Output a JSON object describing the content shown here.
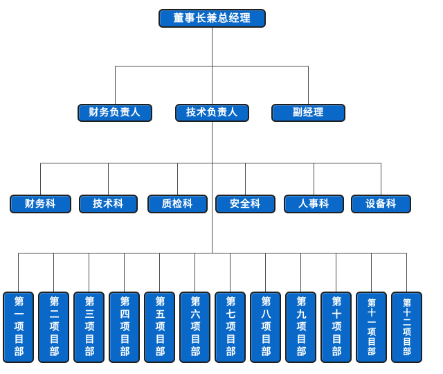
{
  "diagram": {
    "type": "org-chart",
    "level1": [
      {
        "label": "董事长兼总经理"
      }
    ],
    "level2": [
      {
        "label": "财务负责人"
      },
      {
        "label": "技术负责人"
      },
      {
        "label": "副经理"
      }
    ],
    "level3": [
      {
        "label": "财务科"
      },
      {
        "label": "技术科"
      },
      {
        "label": "质检科"
      },
      {
        "label": "安全科"
      },
      {
        "label": "人事科"
      },
      {
        "label": "设备科"
      }
    ],
    "level4": [
      {
        "label": "第一项目部"
      },
      {
        "label": "第二项目部"
      },
      {
        "label": "第三项目部"
      },
      {
        "label": "第四项目部"
      },
      {
        "label": "第五项目部"
      },
      {
        "label": "第六项目部"
      },
      {
        "label": "第七项目部"
      },
      {
        "label": "第八项目部"
      },
      {
        "label": "第九项目部"
      },
      {
        "label": "第十项目部"
      },
      {
        "label": "第十一项目部"
      },
      {
        "label": "第十二项目部"
      }
    ],
    "edges": [
      {
        "from": "董事长兼总经理",
        "to": [
          "财务负责人",
          "技术负责人",
          "副经理"
        ]
      },
      {
        "from": "技术负责人",
        "to": [
          "财务科",
          "技术科",
          "质检科",
          "安全科",
          "人事科",
          "设备科"
        ]
      },
      {
        "from": "技术负责人",
        "to": [
          "第一项目部",
          "第二项目部",
          "第三项目部",
          "第四项目部",
          "第五项目部",
          "第六项目部",
          "第七项目部",
          "第八项目部",
          "第九项目部",
          "第十项目部",
          "第十一项目部",
          "第十二项目部"
        ]
      }
    ],
    "colors": {
      "node_fill": "#0a69c8",
      "node_border": "#1f1f1f",
      "node_text": "#ffffff",
      "connector": "#4d4d4d",
      "background": "#ffffff"
    }
  }
}
